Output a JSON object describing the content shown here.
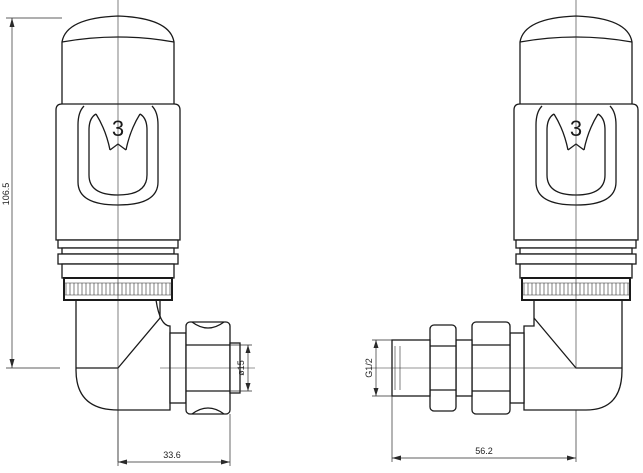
{
  "drawing": {
    "setting_number": "3",
    "dimensions": {
      "height_total": "106.5",
      "left_offset": "33.6",
      "right_offset": "56.2",
      "pipe_diameter": "ø15",
      "thread": "G1/2"
    }
  }
}
